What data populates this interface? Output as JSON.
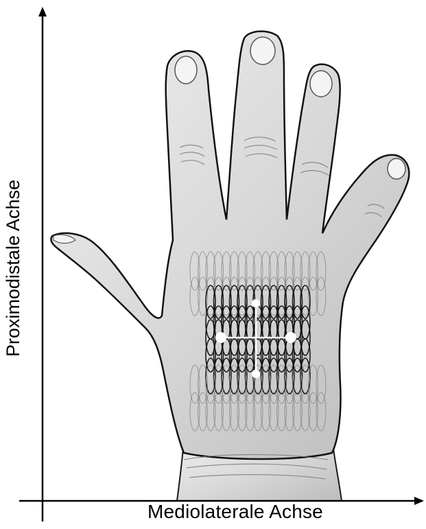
{
  "diagram": {
    "x_axis_label": "Mediolaterale Achse",
    "y_axis_label": "Proximodistale Achse",
    "illustration": "hand-dorsum-with-stimulation-grid",
    "colors": {
      "background": "#ffffff",
      "axis": "#000000",
      "skin_light": "#e6e6e6",
      "skin_mid": "#bdbdbd",
      "outline": "#1a1a1a",
      "grid_dark": "#111111",
      "grid_light": "#7a7a7a",
      "markers": "#ffffff"
    }
  }
}
